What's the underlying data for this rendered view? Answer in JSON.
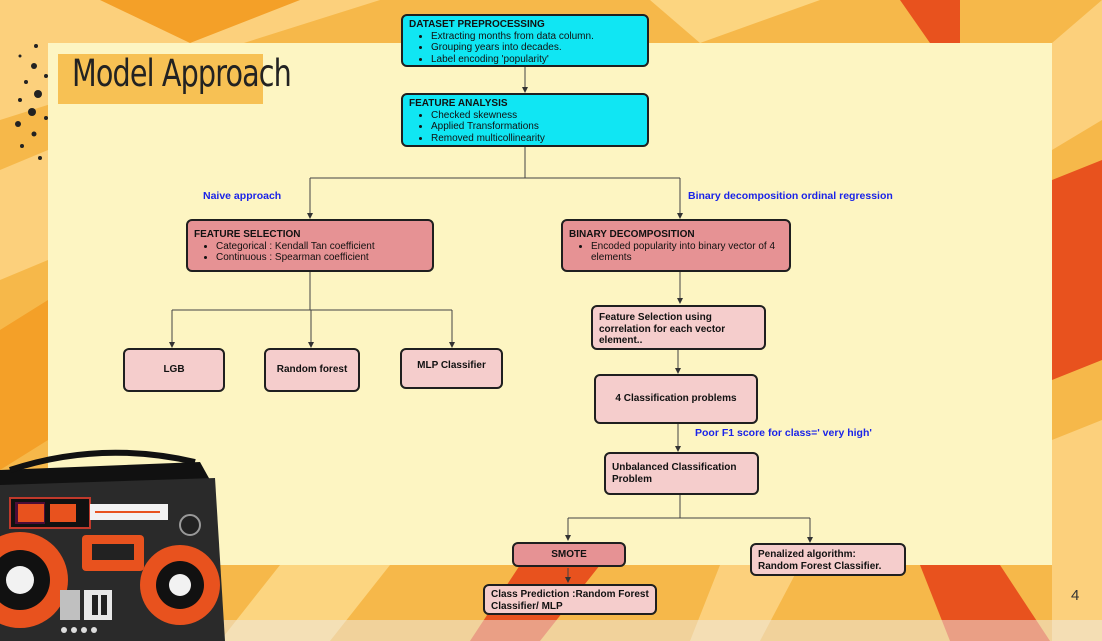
{
  "slide": {
    "title": "Model Approach",
    "page_number": "4"
  },
  "colors": {
    "background": "#f6b84a",
    "panel": "#fdf5c2",
    "cyan_box": "#10e6f3",
    "rose_box": "#e69294",
    "pink_box": "#f5cdcc",
    "label_blue": "#1a23e8"
  },
  "diagram": {
    "preprocessing": {
      "title": "DATASET PREPROCESSING",
      "items": [
        "Extracting months from data column.",
        "Grouping years into decades.",
        "Label encoding 'popularity'"
      ]
    },
    "feature_analysis": {
      "title": "FEATURE ANALYSIS",
      "items": [
        "Checked skewness",
        "Applied Transformations",
        "Removed multicollinearity"
      ]
    },
    "naive_label": "Naive approach",
    "binary_label": "Binary decomposition ordinal regression",
    "feature_selection": {
      "title": "FEATURE SELECTION",
      "items": [
        "Categorical : Kendall Tan coefficient",
        "Continuous : Spearman  coefficient"
      ]
    },
    "binary_decomposition": {
      "title": "BINARY DECOMPOSITION",
      "items": [
        "Encoded popularity into binary vector of 4 elements"
      ]
    },
    "lgb": "LGB",
    "random_forest": "Random forest",
    "mlp": "MLP Classifier",
    "fs_correlation": "Feature Selection using correlation for each vector element..",
    "four_problems": "4 Classification problems",
    "poor_f1_label": "Poor F1 score for class=' very high'",
    "unbalanced": "Unbalanced Classification Problem",
    "smote": "SMOTE",
    "penalized": "Penalized algorithm: Random Forest Classifier.",
    "class_prediction": "Class Prediction :Random Forest Classifier/ MLP"
  }
}
